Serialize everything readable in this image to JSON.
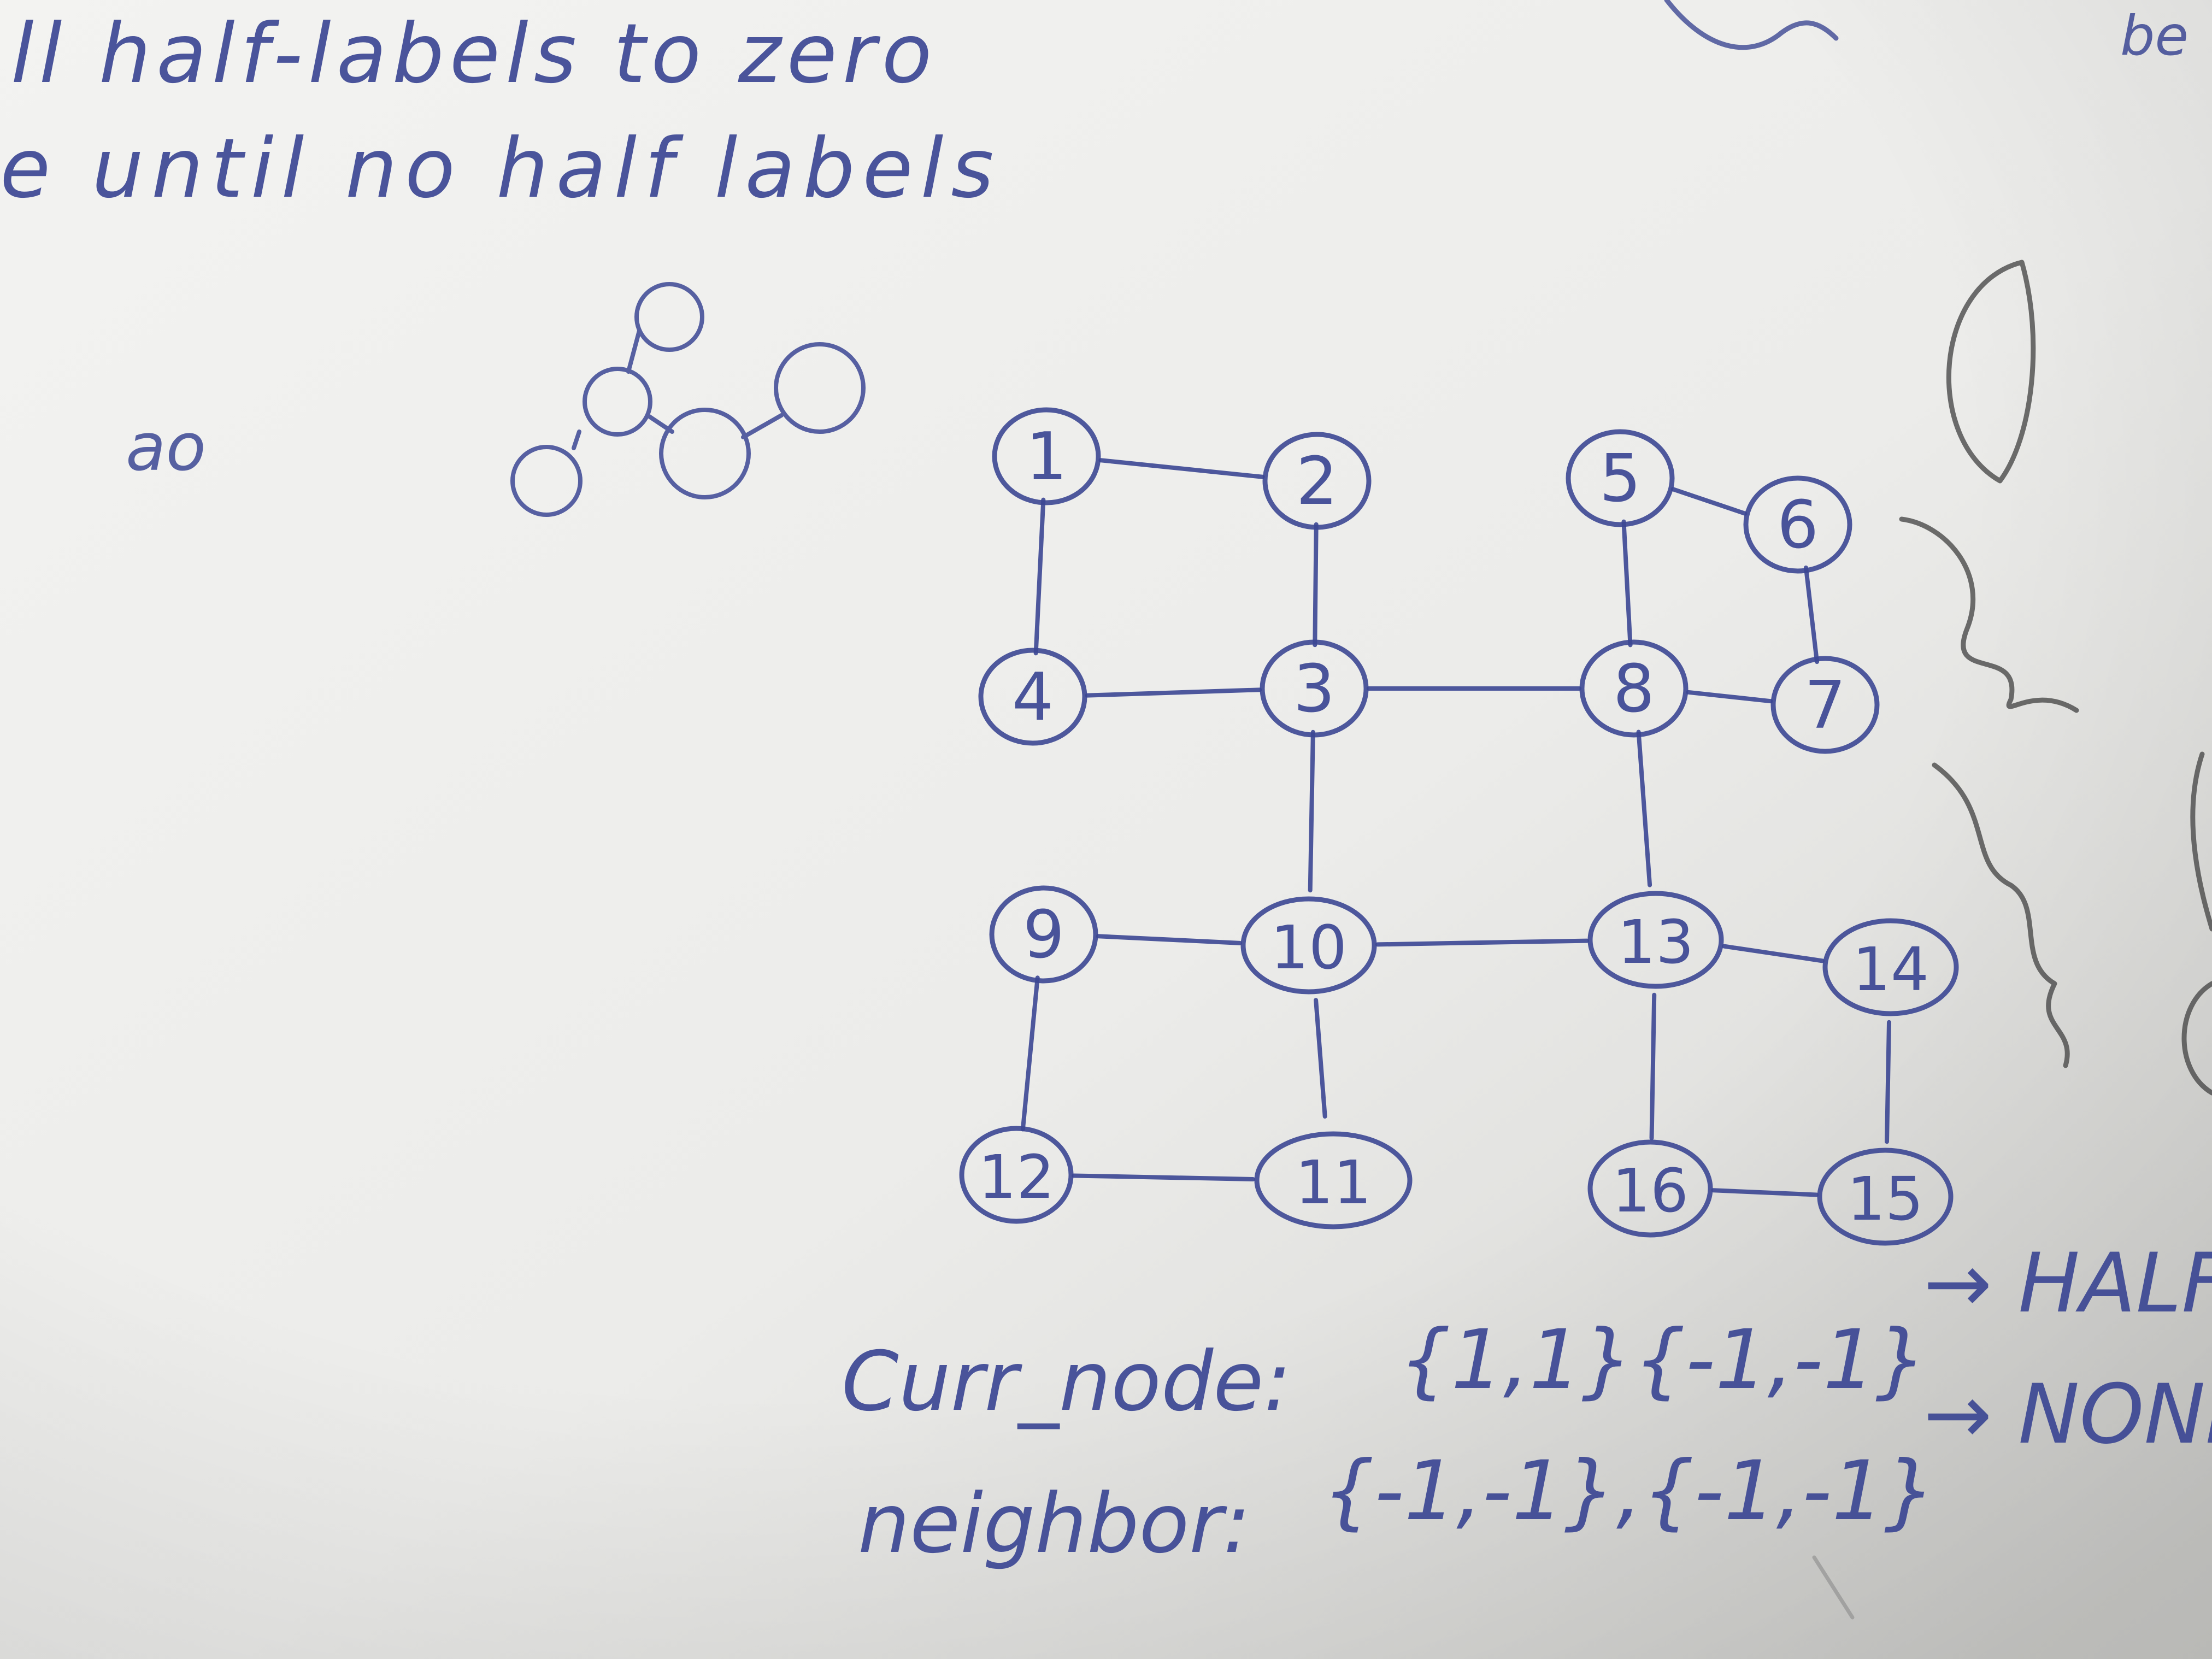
{
  "colors": {
    "paper_light": "#f1f1ef",
    "paper_shadow": "#c9c9c6",
    "ink": "#3c4794",
    "pencil": "#555555"
  },
  "notes": {
    "line1": "ll half-labels to zero",
    "line2": "e until no half labels",
    "top_right_fragment": "be",
    "small_scribble": "ao",
    "curr_node_label": "Curr_node:",
    "curr_node_value": "{1,1}{-1,-1}",
    "curr_node_result": "→ HALF",
    "neighbor_label": "neighbor:",
    "neighbor_value": "{-1,-1},{-1,-1}",
    "neighbor_result": "→ NONE"
  },
  "graph": {
    "nodes": [
      {
        "id": "n1",
        "label": "1"
      },
      {
        "id": "n2",
        "label": "2"
      },
      {
        "id": "n3",
        "label": "3"
      },
      {
        "id": "n4",
        "label": "4"
      },
      {
        "id": "n5",
        "label": "5"
      },
      {
        "id": "n6",
        "label": "6"
      },
      {
        "id": "n7",
        "label": "7"
      },
      {
        "id": "n8",
        "label": "8"
      },
      {
        "id": "n9",
        "label": "9"
      },
      {
        "id": "n10",
        "label": "10"
      },
      {
        "id": "n11",
        "label": "11"
      },
      {
        "id": "n12",
        "label": "12"
      },
      {
        "id": "n13",
        "label": "13"
      },
      {
        "id": "n14",
        "label": "14"
      },
      {
        "id": "n15",
        "label": "15"
      },
      {
        "id": "n16",
        "label": "16"
      }
    ],
    "edges": [
      [
        "n1",
        "n2"
      ],
      [
        "n1",
        "n4"
      ],
      [
        "n2",
        "n3"
      ],
      [
        "n4",
        "n3"
      ],
      [
        "n3",
        "n8"
      ],
      [
        "n3",
        "n10"
      ],
      [
        "n5",
        "n6"
      ],
      [
        "n5",
        "n8"
      ],
      [
        "n6",
        "n7"
      ],
      [
        "n8",
        "n7"
      ],
      [
        "n8",
        "n13"
      ],
      [
        "n9",
        "n10"
      ],
      [
        "n9",
        "n12"
      ],
      [
        "n10",
        "n13"
      ],
      [
        "n10",
        "n11"
      ],
      [
        "n12",
        "n11"
      ],
      [
        "n13",
        "n14"
      ],
      [
        "n13",
        "n16"
      ],
      [
        "n14",
        "n15"
      ],
      [
        "n16",
        "n15"
      ]
    ]
  }
}
